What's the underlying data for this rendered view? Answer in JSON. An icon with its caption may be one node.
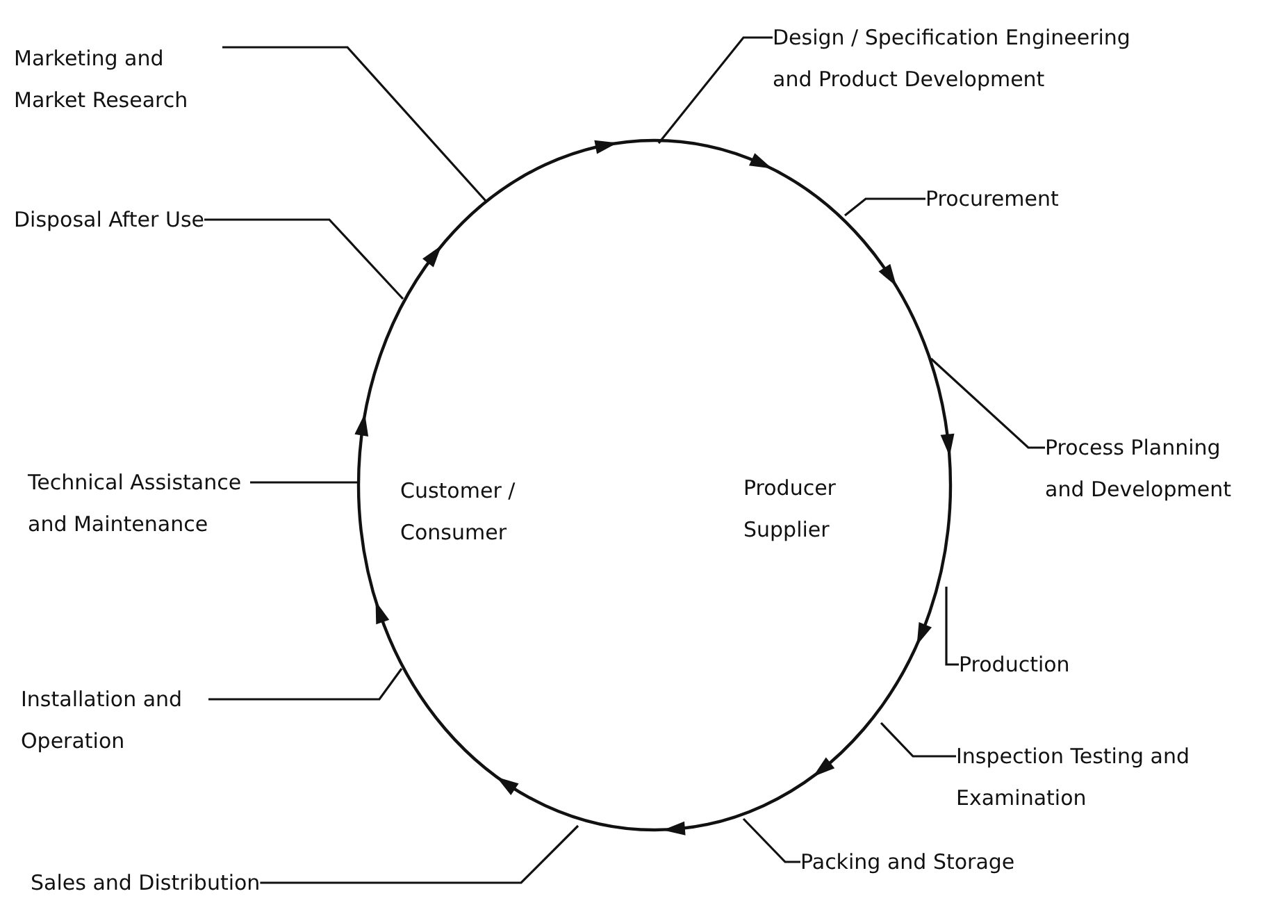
{
  "diagram": {
    "nodes": [
      {
        "text": [
          "Marketing and Market Research"
        ]
      },
      {
        "text": [
          "Design / Specification Engineering and Product Development"
        ]
      },
      {
        "text": [
          "Procurement"
        ]
      },
      {
        "text": [
          "Disposal After Use"
        ]
      },
      {
        "text": [
          "Process Planning and Development"
        ]
      },
      {
        "text": [
          "Technical Assistance and Maintenance"
        ]
      },
      {
        "text": [
          "Production"
        ]
      },
      {
        "text": [
          "Installation and Operation"
        ]
      },
      {
        "text": [
          "Inspection Testing and Examination"
        ]
      },
      {
        "text": [
          "Packing and Storage"
        ]
      },
      {
        "text": [
          "Sales and Distribution"
        ]
      }
    ],
    "edges": [
      {
        "from": 0,
        "to": null,
        "arrow": "none"
      },
      {
        "from": 1,
        "to": null,
        "arrow": "none"
      },
      {
        "from": 2,
        "to": null,
        "arrow": "none"
      },
      {
        "from": 3,
        "to": null,
        "arrow": "none"
      },
      {
        "from": 4,
        "to": null,
        "arrow": "none"
      },
      {
        "from": 5,
        "to": null,
        "arrow": "none"
      },
      {
        "from": 6,
        "to": null,
        "arrow": "none"
      },
      {
        "from": 7,
        "to": null,
        "arrow": "none"
      },
      {
        "from": 8,
        "to": null,
        "arrow": "none"
      },
      {
        "from": 9,
        "to": null,
        "arrow": "none"
      },
      {
        "from": 10,
        "to": null,
        "arrow": "none"
      }
    ],
    "labels": [
      "Customer / Consumer",
      "Producer Supplier"
    ]
  }
}
